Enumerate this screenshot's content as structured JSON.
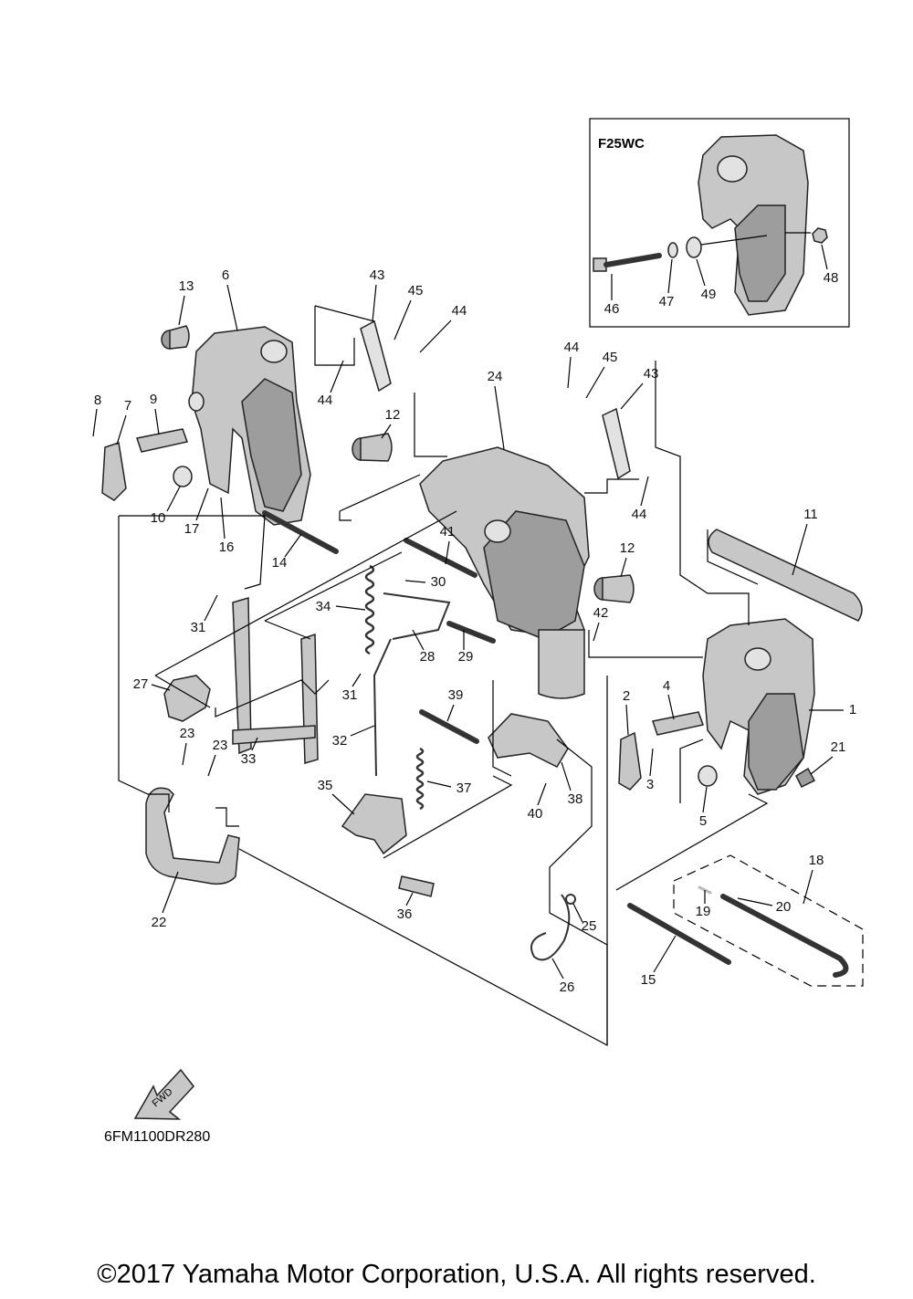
{
  "inset_label": "F25WC",
  "diagram_code": "6FM1100DR280",
  "fwd_label": "FWD",
  "copyright": "©2017 Yamaha Motor Corporation, U.S.A. All rights reserved.",
  "callouts": {
    "c1": "1",
    "c2": "2",
    "c3": "3",
    "c4": "4",
    "c5": "5",
    "c6": "6",
    "c7": "7",
    "c8": "8",
    "c9": "9",
    "c10": "10",
    "c11": "11",
    "c12a": "12",
    "c12b": "12",
    "c13": "13",
    "c14": "14",
    "c15": "15",
    "c16": "16",
    "c17": "17",
    "c18": "18",
    "c19": "19",
    "c20": "20",
    "c21": "21",
    "c22": "22",
    "c23a": "23",
    "c23b": "23",
    "c24": "24",
    "c25": "25",
    "c26": "26",
    "c27": "27",
    "c28": "28",
    "c29": "29",
    "c30": "30",
    "c31a": "31",
    "c31b": "31",
    "c32": "32",
    "c33": "33",
    "c34": "34",
    "c35": "35",
    "c36": "36",
    "c37": "37",
    "c38": "38",
    "c39": "39",
    "c40": "40",
    "c41": "41",
    "c42": "42",
    "c43a": "43",
    "c43b": "43",
    "c44a": "44",
    "c44b": "44",
    "c44c": "44",
    "c44d": "44",
    "c45a": "45",
    "c45b": "45",
    "c46": "46",
    "c47": "47",
    "c48": "48",
    "c49": "49"
  }
}
